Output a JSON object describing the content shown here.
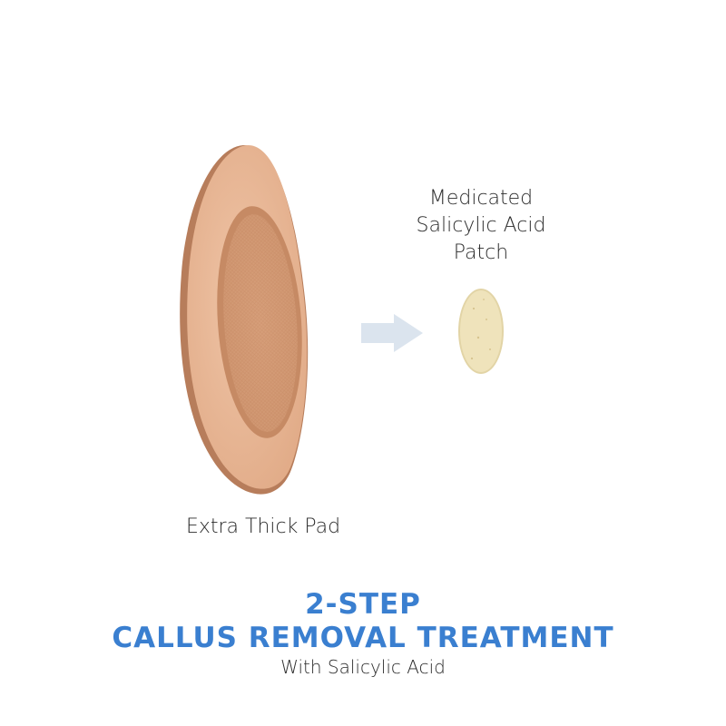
{
  "labels": {
    "patch_line_1": "Medicated",
    "patch_line_2": "Salicylic Acid",
    "patch_line_3": "Patch",
    "pad": "Extra Thick Pad"
  },
  "headline": {
    "step": "2-STEP",
    "title": "CALLUS REMOVAL TREATMENT",
    "subtitle": "With Salicylic Acid"
  },
  "colors": {
    "headline": "#3a7fd0",
    "body_text": "#2b2b2b",
    "pad_outer": "#e9b99a",
    "pad_inner": "#d9a07a",
    "patch": "#efe3bb",
    "arrow": "#dbe4ee"
  },
  "icons": {
    "arrow": "right-arrow-icon"
  }
}
